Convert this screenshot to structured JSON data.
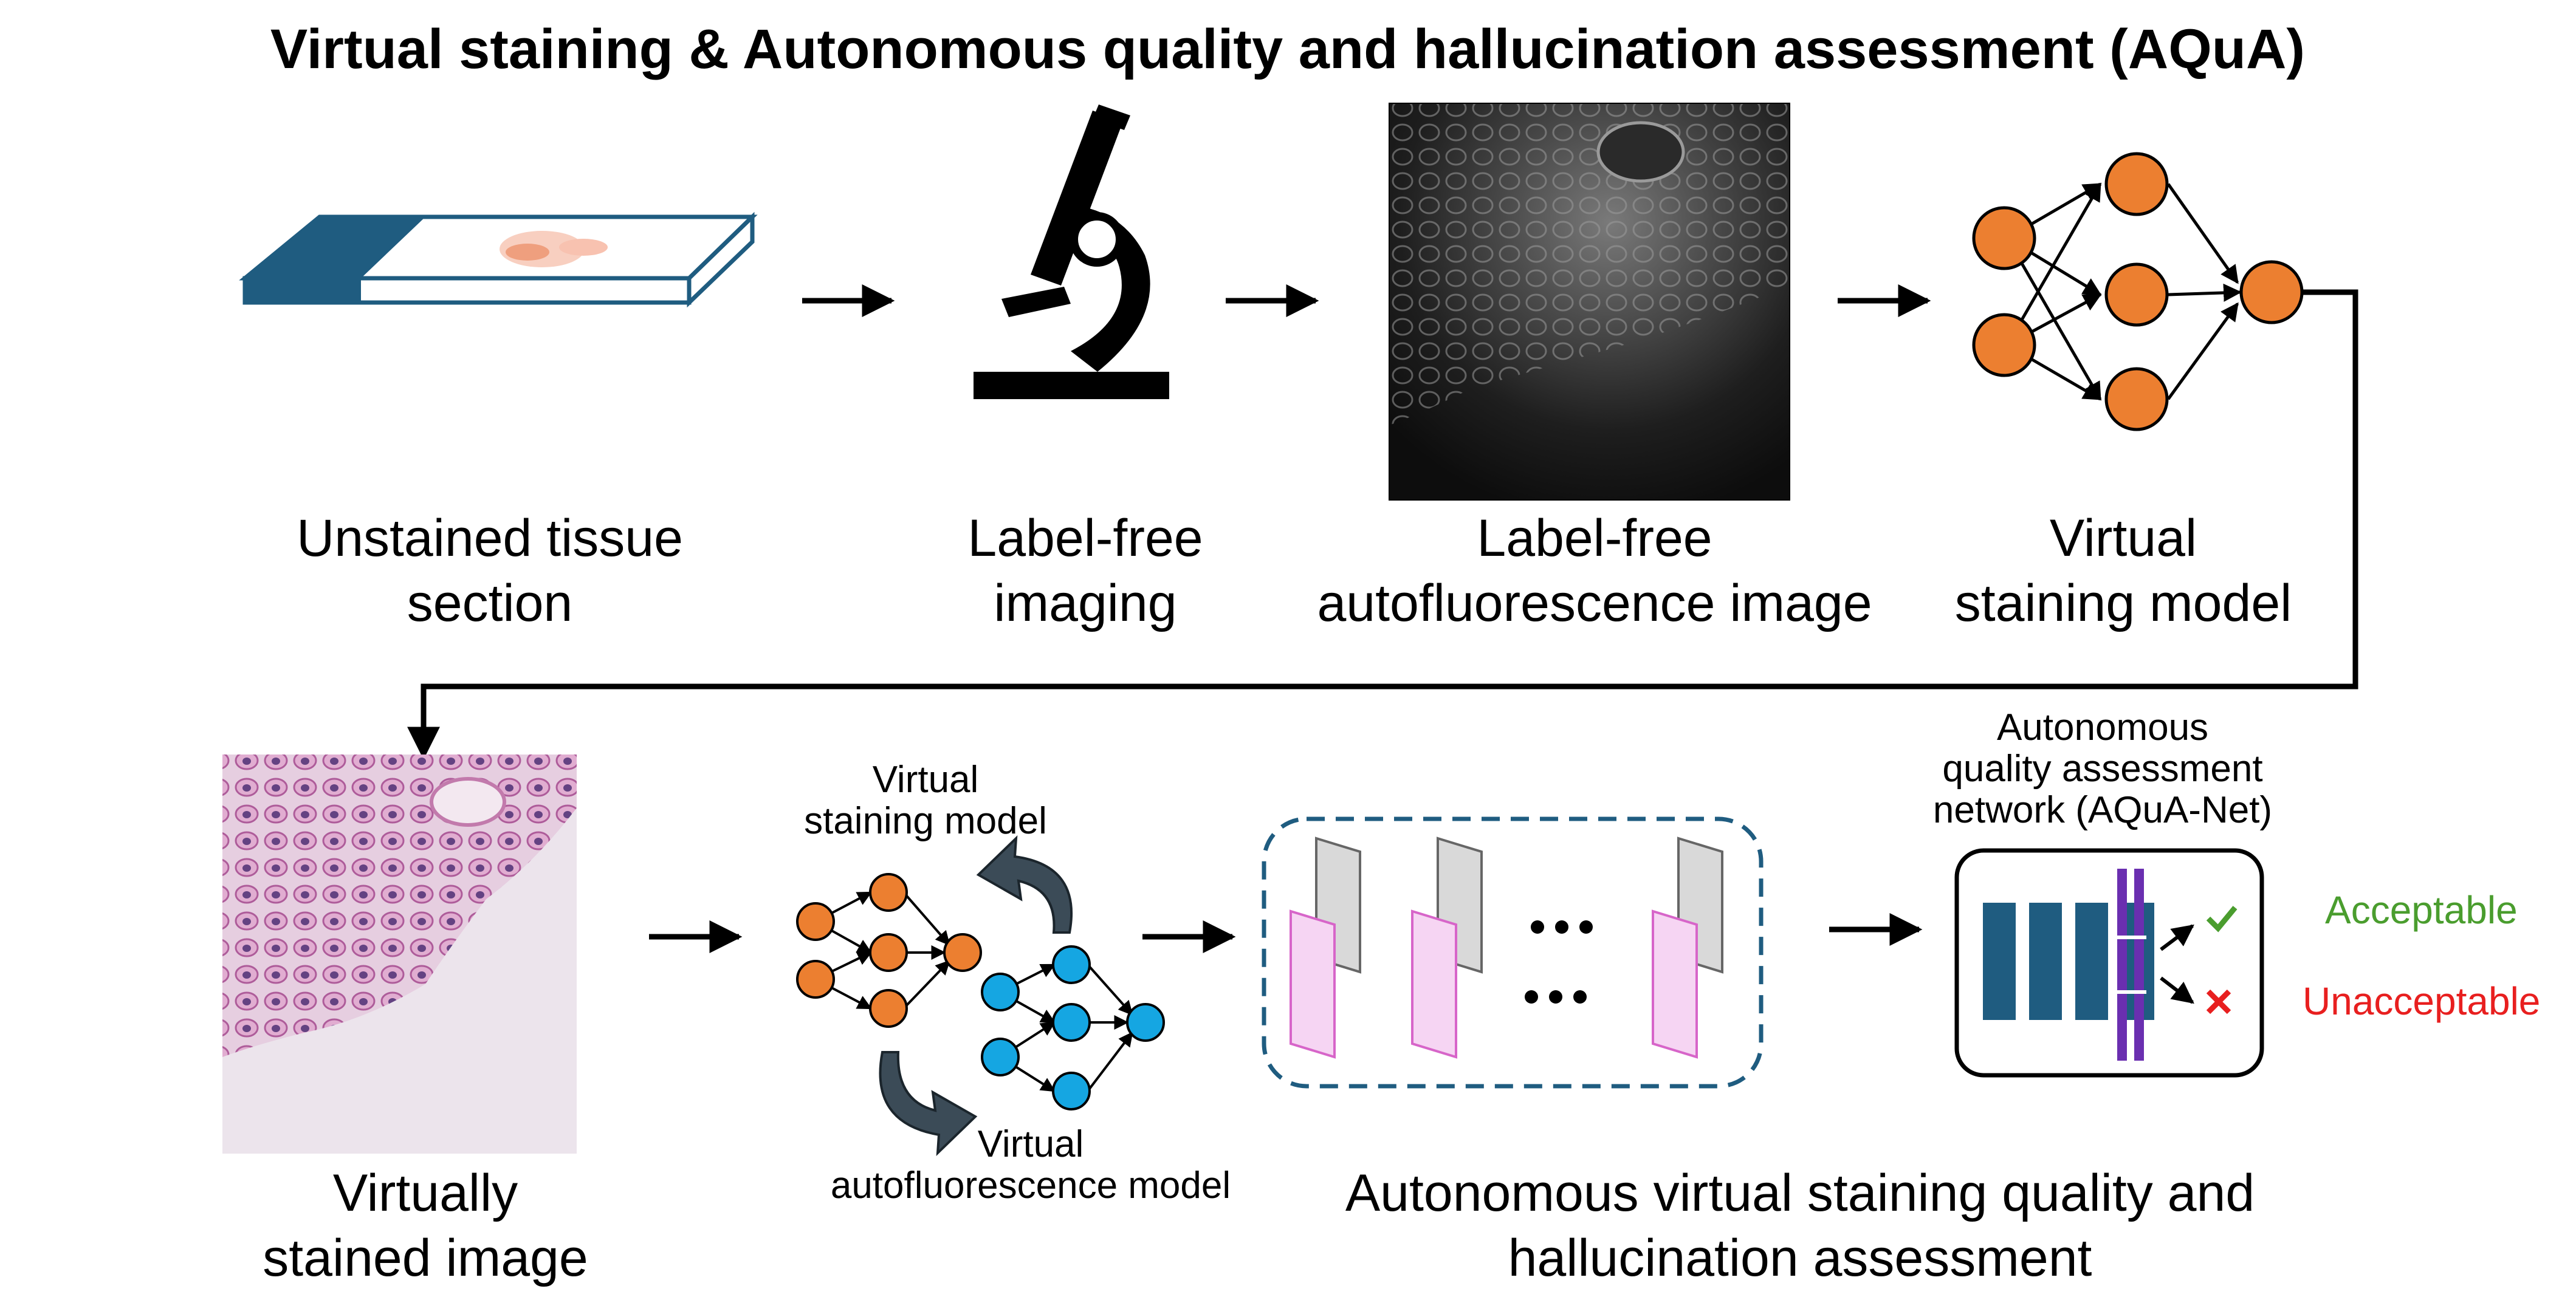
{
  "title": "Virtual staining & Autonomous quality and hallucination assessment (AQuA)",
  "steps": {
    "slide": {
      "line1": "Unstained tissue",
      "line2": "section"
    },
    "imaging": {
      "line1": "Label-free",
      "line2": "imaging"
    },
    "autofluorescence": {
      "line1": "Label-free",
      "line2": "autofluorescence image"
    },
    "vs_model": {
      "line1": "Virtual",
      "line2": "staining model"
    },
    "stained": {
      "line1": "Virtually",
      "line2": "stained image"
    },
    "cycle": {
      "top_line1": "Virtual",
      "top_line2": "staining model",
      "bottom_line1": "Virtual",
      "bottom_line2": "autofluorescence model"
    },
    "assessment": {
      "line1": "Autonomous virtual staining quality and",
      "line2": "hallucination assessment"
    },
    "aquanet": {
      "line1": "Autonomous",
      "line2": "quality assessment",
      "line3": "network (AQuA-Net)"
    }
  },
  "outcomes": {
    "accept": "Acceptable",
    "reject": "Unacceptable"
  },
  "colors": {
    "orange_node": "#ec7f30",
    "blue_node": "#15a6e2",
    "teal": "#1f5c80",
    "purple": "#6a2fb0",
    "pink": "#f6d5f3",
    "pink_border": "#d765c9",
    "green": "#4a9d2e",
    "red": "#e81f1f"
  },
  "icons": [
    "slide-icon",
    "microscope-icon",
    "neural-network-icon",
    "check-icon",
    "cross-icon",
    "cycle-arrow-icon"
  ]
}
